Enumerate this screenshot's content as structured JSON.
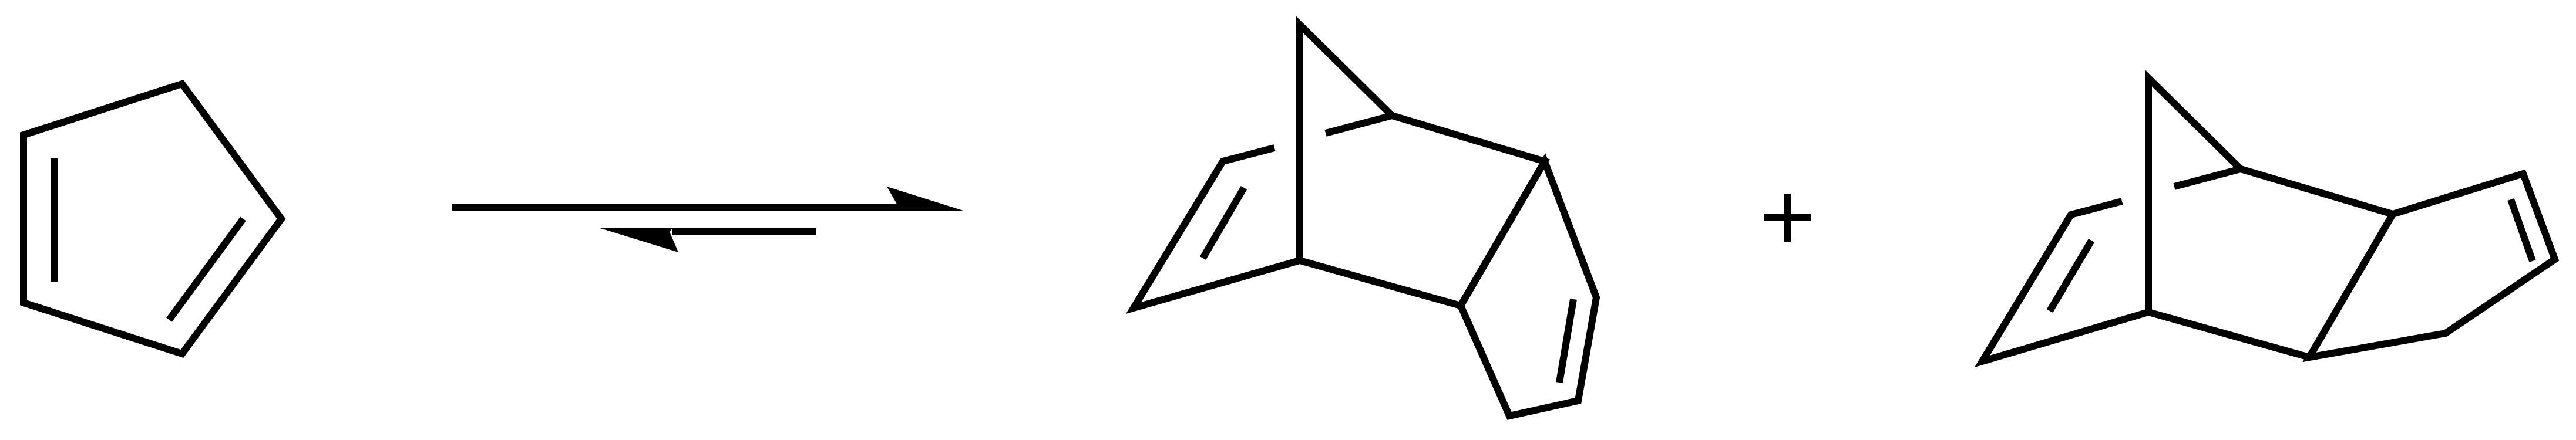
{
  "scheme": {
    "reactant": "cyclopentadiene",
    "equilibrium": "reversible",
    "operator_symbol": "+",
    "products": [
      "endo-dicyclopentadiene",
      "exo-dicyclopentadiene"
    ]
  },
  "colors": {
    "background": "#ffffff",
    "ink": "#000000"
  }
}
